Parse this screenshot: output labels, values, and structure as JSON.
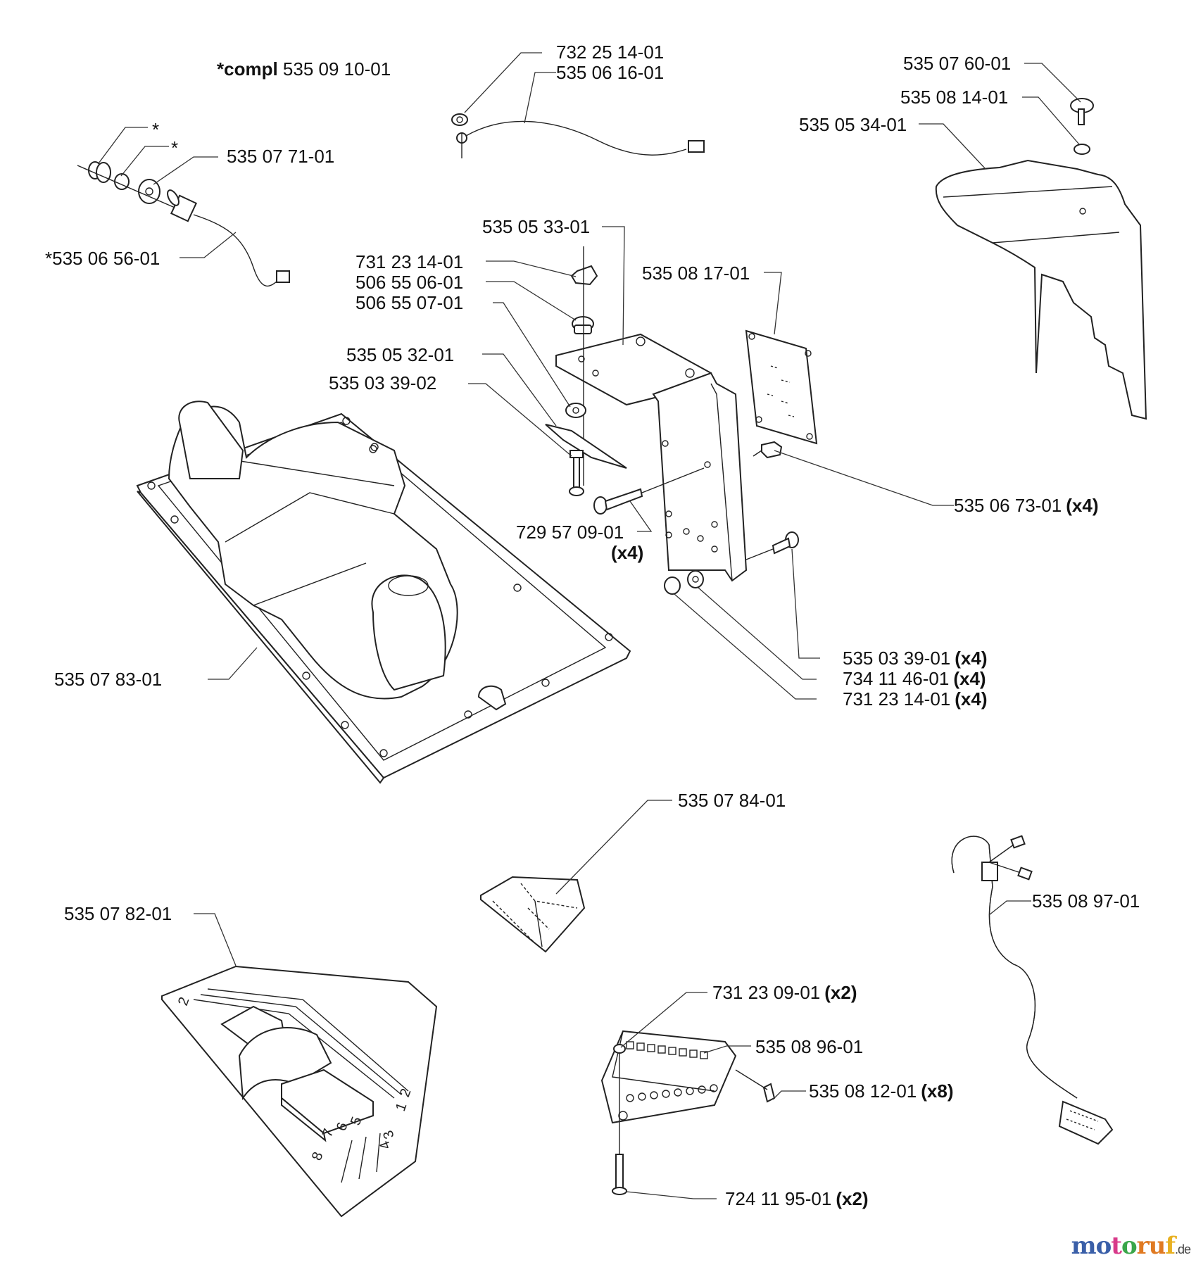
{
  "header": {
    "assembly_prefix": "*compl",
    "assembly_number": "535 09 10-01"
  },
  "labels": [
    {
      "id": "l1",
      "part": "732 25 14-01",
      "qty": ""
    },
    {
      "id": "l2",
      "part": "535 06 16-01",
      "qty": ""
    },
    {
      "id": "l3",
      "part": "535 07 60-01",
      "qty": ""
    },
    {
      "id": "l4",
      "part": "535 08 14-01",
      "qty": ""
    },
    {
      "id": "l5",
      "part": "535 05 34-01",
      "qty": ""
    },
    {
      "id": "l6",
      "part": "*",
      "qty": ""
    },
    {
      "id": "l7",
      "part": "*",
      "qty": ""
    },
    {
      "id": "l8",
      "part": "535 07 71-01",
      "qty": ""
    },
    {
      "id": "l9",
      "part": "*535 06 56-01",
      "qty": ""
    },
    {
      "id": "l10",
      "part": "535 05 33-01",
      "qty": ""
    },
    {
      "id": "l11",
      "part": "731 23 14-01",
      "qty": ""
    },
    {
      "id": "l12",
      "part": "506 55 06-01",
      "qty": ""
    },
    {
      "id": "l13",
      "part": "506 55 07-01",
      "qty": ""
    },
    {
      "id": "l14",
      "part": "535 08 17-01",
      "qty": ""
    },
    {
      "id": "l15",
      "part": "535 05 32-01",
      "qty": ""
    },
    {
      "id": "l16",
      "part": "535 03 39-02",
      "qty": ""
    },
    {
      "id": "l17",
      "part": "535 06 73-01",
      "qty": "(x4)"
    },
    {
      "id": "l18",
      "part": "729 57 09-01",
      "qty": "(x4)"
    },
    {
      "id": "l19",
      "part": "535 03 39-01",
      "qty": "(x4)"
    },
    {
      "id": "l20",
      "part": "734 11 46-01",
      "qty": "(x4)"
    },
    {
      "id": "l21",
      "part": "731 23 14-01",
      "qty": "(x4)"
    },
    {
      "id": "l22",
      "part": "535 07 83-01",
      "qty": ""
    },
    {
      "id": "l23",
      "part": "535 07 84-01",
      "qty": ""
    },
    {
      "id": "l24",
      "part": "535 08 97-01",
      "qty": ""
    },
    {
      "id": "l25",
      "part": "535 07 82-01",
      "qty": ""
    },
    {
      "id": "l26",
      "part": "731 23 09-01",
      "qty": "(x2)"
    },
    {
      "id": "l27",
      "part": "535 08 96-01",
      "qty": ""
    },
    {
      "id": "l28",
      "part": "535 08 12-01",
      "qty": "(x8)"
    },
    {
      "id": "l29",
      "part": "724 11 95-01",
      "qty": "(x2)"
    }
  ],
  "switch_plate_numbers": [
    "1",
    "2",
    "2",
    "3",
    "4",
    "5",
    "6",
    "7",
    "8"
  ],
  "watermark": {
    "letters": [
      {
        "ch": "m",
        "color": "#3a5fa8"
      },
      {
        "ch": "o",
        "color": "#3a5fa8"
      },
      {
        "ch": "t",
        "color": "#d83a8a"
      },
      {
        "ch": "o",
        "color": "#3aa64a"
      },
      {
        "ch": "r",
        "color": "#e07a22"
      },
      {
        "ch": "u",
        "color": "#e07a22"
      },
      {
        "ch": "f",
        "color": "#e8b020"
      }
    ],
    "suffix": ".de"
  }
}
